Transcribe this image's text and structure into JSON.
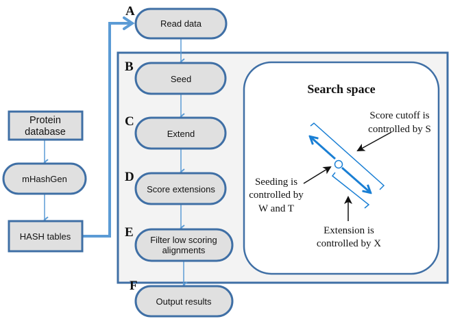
{
  "colors": {
    "outline": "#3f6fa5",
    "fill_gray": "#e0e0e0",
    "panel_bg": "#f3f3f3",
    "arrow_blue": "#5b9bd5",
    "bright_blue": "#1a7fd4",
    "black": "#111111"
  },
  "left_column": {
    "protein_database": [
      "Protein",
      "database"
    ],
    "mhashgen": "mHashGen",
    "hash_tables": "HASH tables"
  },
  "steps": [
    {
      "letter": "A",
      "label": [
        "Read data"
      ]
    },
    {
      "letter": "B",
      "label": [
        "Seed"
      ]
    },
    {
      "letter": "C",
      "label": [
        "Extend"
      ]
    },
    {
      "letter": "D",
      "label": [
        "Score extensions"
      ]
    },
    {
      "letter": "E",
      "label": [
        "Filter low scoring",
        "alignments"
      ]
    },
    {
      "letter": "F",
      "label": [
        "Output results"
      ]
    }
  ],
  "search_space": {
    "title": "Search space",
    "score_cutoff": [
      "Score cutoff is",
      "controlled by S"
    ],
    "seeding": [
      "Seeding is",
      "controlled by",
      "W and T"
    ],
    "extension": [
      "Extension is",
      "controlled by X"
    ]
  }
}
